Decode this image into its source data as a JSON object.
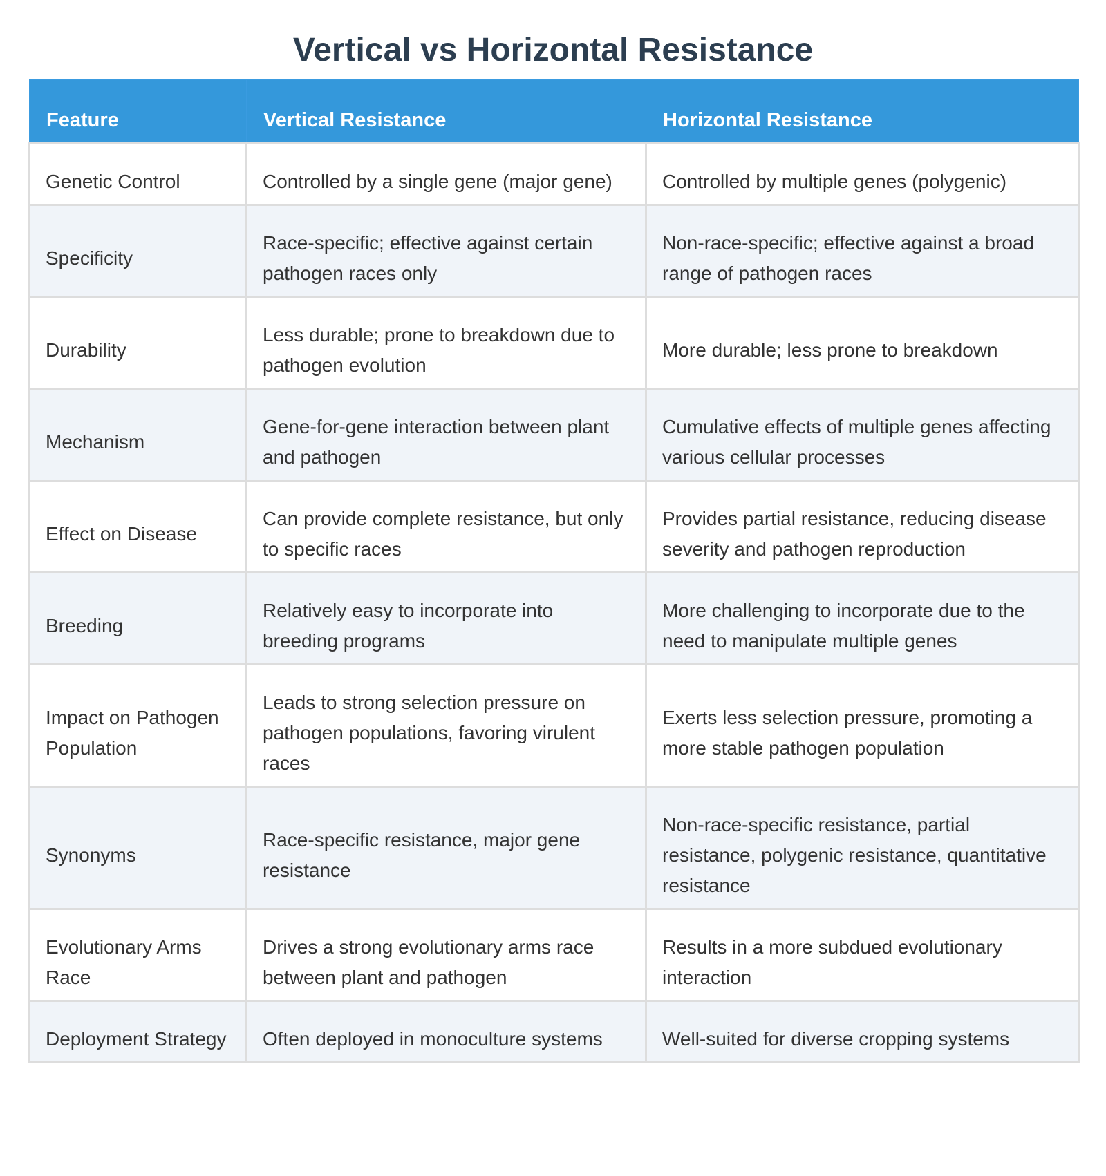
{
  "title": "Vertical vs Horizontal Resistance",
  "colors": {
    "header_bg": "#3498db",
    "header_text": "#ffffff",
    "title_text": "#2c3e50",
    "body_text": "#333333",
    "stripe_bg": "#f0f4f9",
    "border": "#dddddd"
  },
  "table": {
    "headers": [
      "Feature",
      "Vertical Resistance",
      "Horizontal Resistance"
    ],
    "rows": [
      {
        "feature": "Genetic Control",
        "vertical": "Controlled by a single gene (major gene)",
        "horizontal": "Controlled by multiple genes (polygenic)"
      },
      {
        "feature": "Specificity",
        "vertical": "Race-specific; effective against certain pathogen races only",
        "horizontal": "Non-race-specific; effective against a broad range of pathogen races"
      },
      {
        "feature": "Durability",
        "vertical": "Less durable; prone to breakdown due to pathogen evolution",
        "horizontal": "More durable; less prone to breakdown"
      },
      {
        "feature": "Mechanism",
        "vertical": "Gene-for-gene interaction between plant and pathogen",
        "horizontal": "Cumulative effects of multiple genes affecting various cellular processes"
      },
      {
        "feature": "Effect on Disease",
        "vertical": "Can provide complete resistance, but only to specific races",
        "horizontal": "Provides partial resistance, reducing disease severity and pathogen reproduction"
      },
      {
        "feature": "Breeding",
        "vertical": "Relatively easy to incorporate into breeding programs",
        "horizontal": "More challenging to incorporate due to the need to manipulate multiple genes"
      },
      {
        "feature": "Impact on Pathogen Population",
        "vertical": "Leads to strong selection pressure on pathogen populations, favoring virulent races",
        "horizontal": "Exerts less selection pressure, promoting a more stable pathogen population"
      },
      {
        "feature": "Synonyms",
        "vertical": "Race-specific resistance, major gene resistance",
        "horizontal": "Non-race-specific resistance, partial resistance, polygenic resistance, quantitative resistance"
      },
      {
        "feature": "Evolutionary Arms Race",
        "vertical": "Drives a strong evolutionary arms race between plant and pathogen",
        "horizontal": "Results in a more subdued evolutionary interaction"
      },
      {
        "feature": "Deployment Strategy",
        "vertical": "Often deployed in monoculture systems",
        "horizontal": "Well-suited for diverse cropping systems"
      }
    ]
  }
}
